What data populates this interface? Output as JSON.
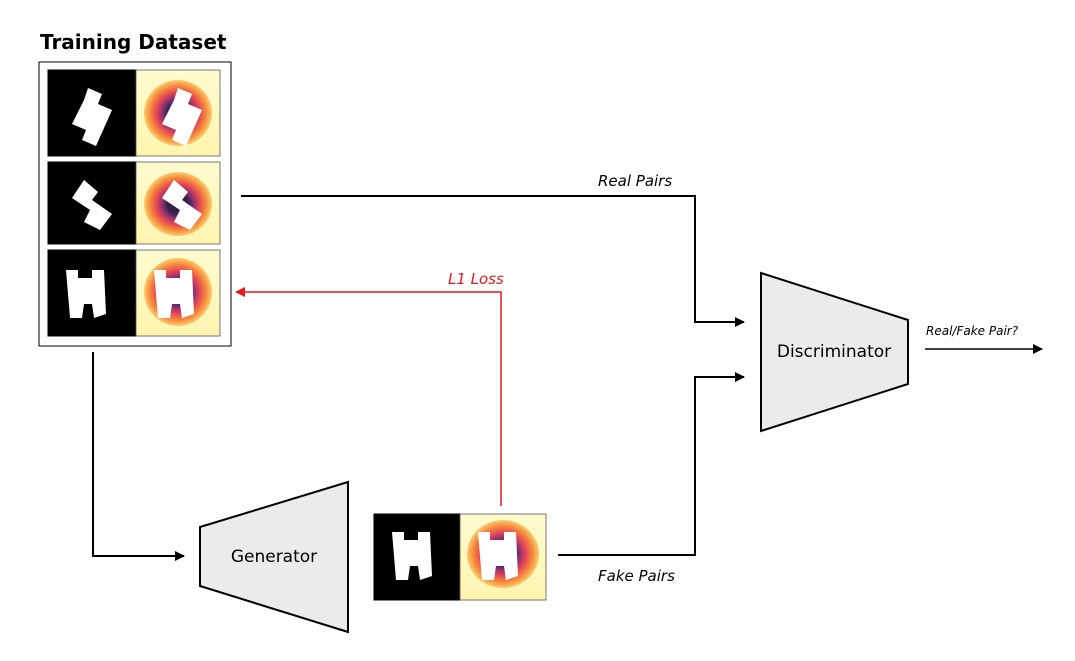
{
  "title": "Training Dataset",
  "blocks": {
    "generator": "Generator",
    "discriminator": "Discriminator"
  },
  "labels": {
    "real_pairs": "Real Pairs",
    "fake_pairs": "Fake Pairs",
    "l1_loss": "L1 Loss",
    "output": "Real/Fake Pair?"
  },
  "colors": {
    "loss": "#e8191c",
    "block_fill": "#ebebeb",
    "stroke": "#000000"
  }
}
